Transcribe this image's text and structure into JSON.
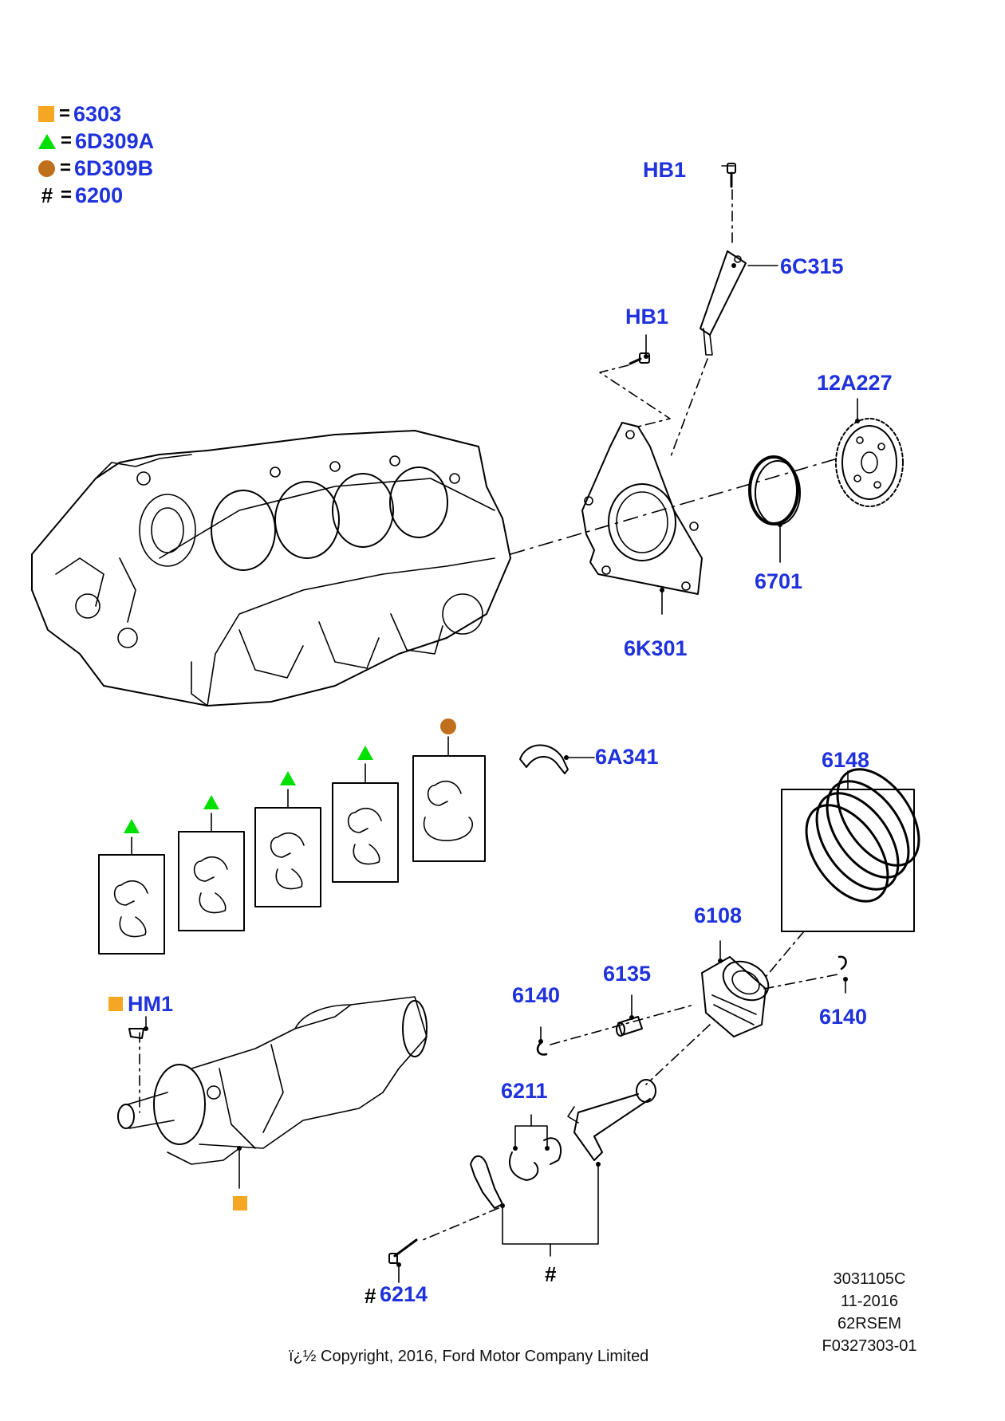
{
  "legend": [
    {
      "symbol": "square",
      "color": "#f5a623",
      "code": "6303"
    },
    {
      "symbol": "triangle",
      "color": "#00e000",
      "code": "6D309A"
    },
    {
      "symbol": "circle",
      "color": "#c0701c",
      "code": "6D309B"
    },
    {
      "symbol": "hash",
      "text": "#",
      "code": "6200"
    }
  ],
  "legend_equals": "=",
  "callouts": {
    "hb1_top": "HB1",
    "c6c315": "6C315",
    "hb1_mid": "HB1",
    "c12a227": "12A227",
    "c6701": "6701",
    "c6k301": "6K301",
    "c6a341": "6A341",
    "c6148": "6148",
    "c6108": "6108",
    "c6135": "6135",
    "c6140_left": "6140",
    "c6140_right": "6140",
    "hm1": "HM1",
    "c6211": "6211",
    "c6214": "6214",
    "hash_bottom": "#",
    "hash_6214": "#"
  },
  "ref": [
    "3031105C",
    "11-2016",
    "62RSEM",
    "F0327303-01"
  ],
  "copyright": "ï¿½ Copyright, 2016, Ford Motor Company Limited",
  "colors": {
    "callout": "#1f32dc",
    "line": "#000000"
  }
}
